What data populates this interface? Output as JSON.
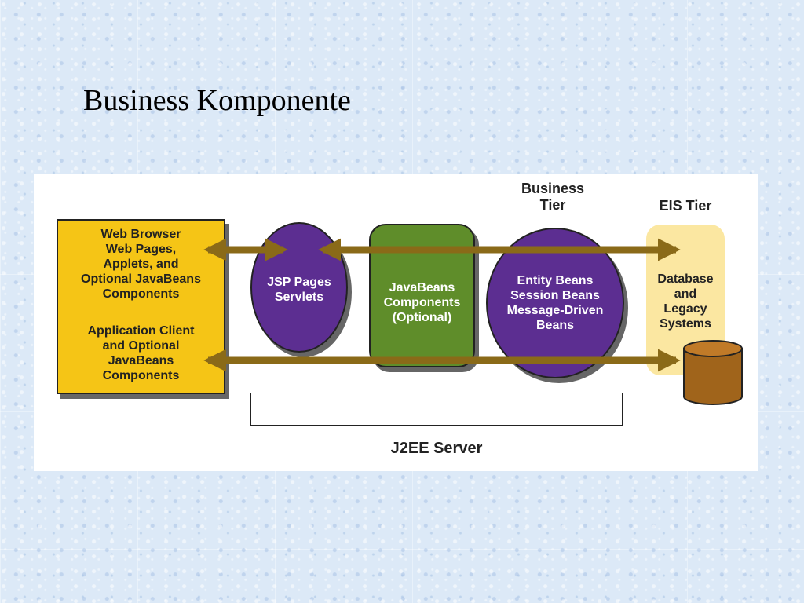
{
  "slide": {
    "title": "Business Komponente"
  },
  "diagram": {
    "headers": {
      "business_tier": "Business\nTier",
      "eis_tier": "EIS Tier"
    },
    "client_box": {
      "web_text": "Web Browser\nWeb Pages,\nApplets, and\nOptional JavaBeans\nComponents",
      "app_text": "Application Client\nand Optional\nJavaBeans\nComponents"
    },
    "web_tier": {
      "label": "JSP Pages\nServlets"
    },
    "javabeans": {
      "label": "JavaBeans\nComponents\n(Optional)"
    },
    "ejb": {
      "label": "Entity Beans\nSession Beans\nMessage-Driven\nBeans"
    },
    "eis": {
      "label": "Database\nand\nLegacy\nSystems"
    },
    "server_label": "J2EE Server",
    "colors": {
      "client_box": "#f5c518",
      "web_tier": "#5b2e91",
      "javabeans": "#5e8d2b",
      "ejb": "#5b2e91",
      "eis_tier": "#fbe7a1",
      "arrows": "#8a6a18",
      "database": "#a0641b"
    }
  }
}
